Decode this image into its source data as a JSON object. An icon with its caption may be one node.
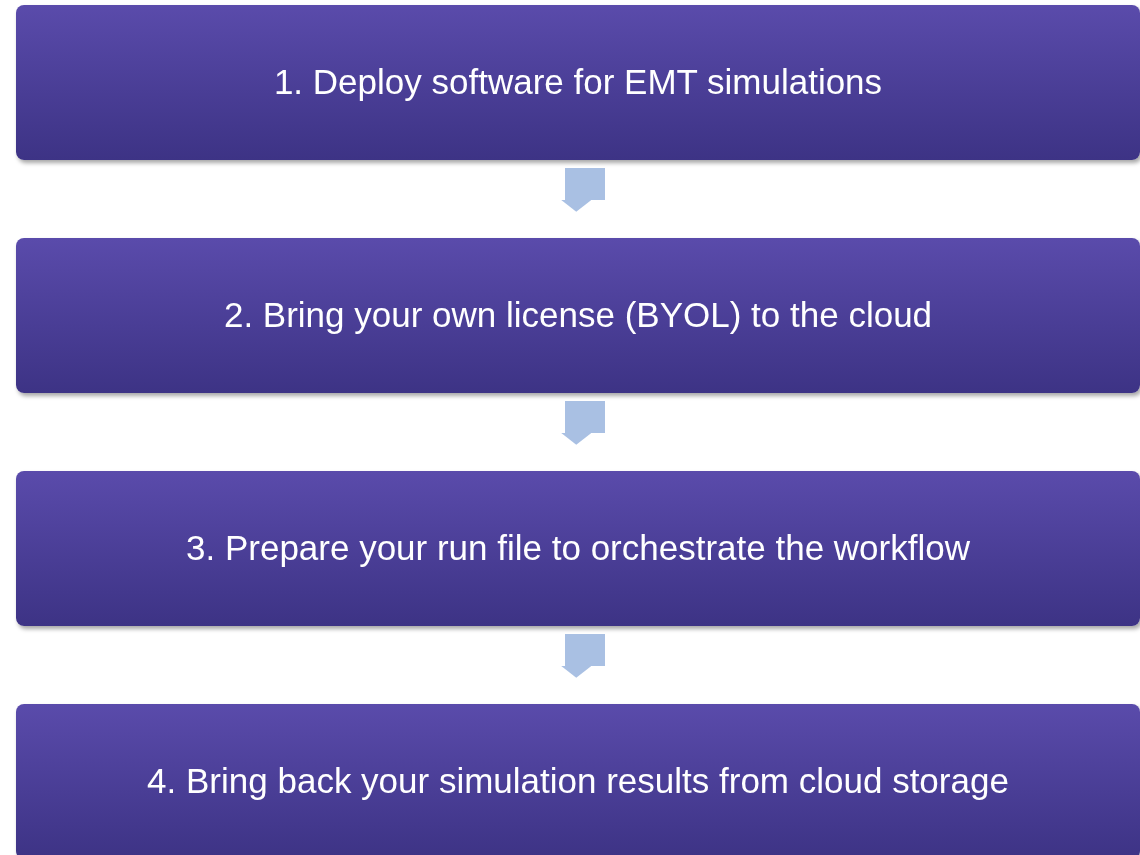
{
  "diagram": {
    "nodes": [
      {
        "text": [
          "1. Deploy software for EMT simulations"
        ]
      },
      {
        "text": [
          "2. Bring your own license (BYOL) to the cloud"
        ]
      },
      {
        "text": [
          "3. Prepare your run file to orchestrate the workflow"
        ]
      },
      {
        "text": [
          "4. Bring back your simulation results from cloud storage"
        ]
      }
    ],
    "edges": [
      {
        "from": 0,
        "to": 1,
        "arrow": "to"
      },
      {
        "from": 1,
        "to": 2,
        "arrow": "to"
      },
      {
        "from": 2,
        "to": 3,
        "arrow": "to"
      }
    ]
  }
}
